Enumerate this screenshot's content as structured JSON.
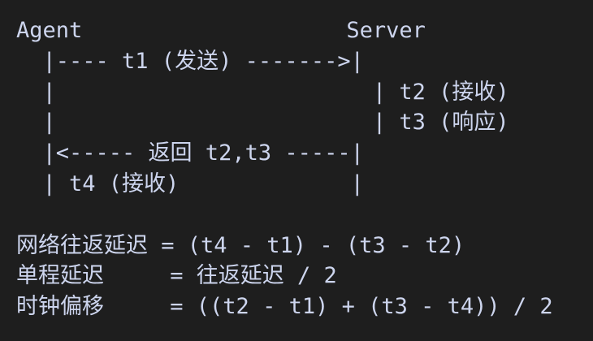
{
  "code_block": {
    "lines": [
      "Agent                    Server",
      "  |---- t1 (发送) ------->|",
      "  |                        | t2 (接收)",
      "  |                        | t3 (响应)",
      "  |<----- 返回 t2,t3 -----|",
      "  | t4 (接收)             |",
      "",
      "网络往返延迟 = (t4 - t1) - (t3 - t2)",
      "单程延迟     = 往返延迟 / 2",
      "时钟偏移     = ((t2 - t1) + (t3 - t4)) / 2"
    ],
    "text_color": "#cdd5ee",
    "background_color": "#1e1e1e"
  }
}
